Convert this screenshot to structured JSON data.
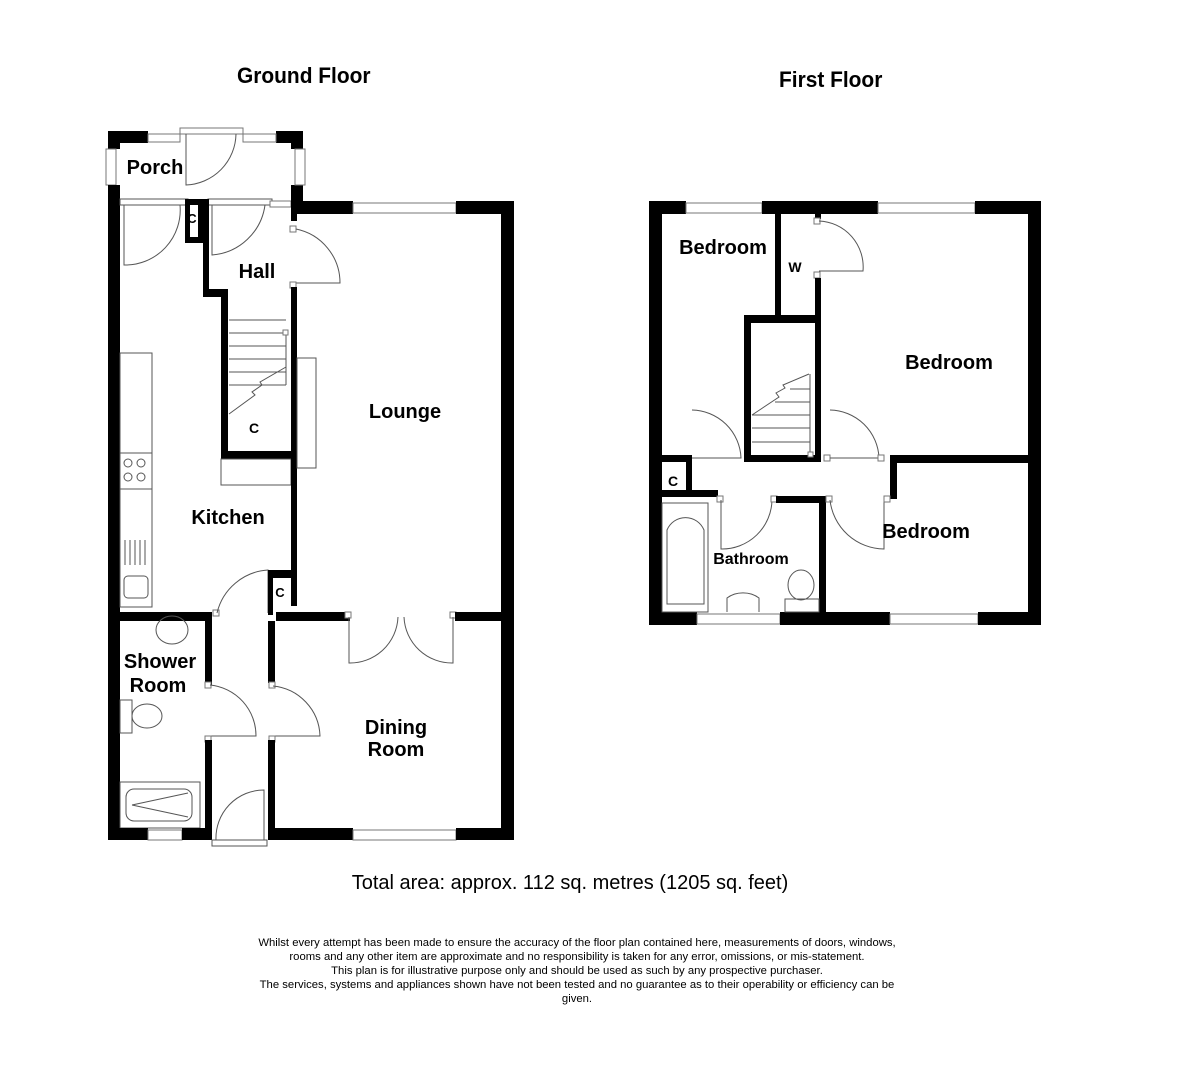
{
  "titles": {
    "ground_floor": "Ground Floor",
    "first_floor": "First Floor"
  },
  "ground_floor": {
    "rooms": {
      "porch": "Porch",
      "hall": "Hall",
      "kitchen": "Kitchen",
      "lounge": "Lounge",
      "shower_room_line1": "Shower",
      "shower_room_line2": "Room",
      "dining_room_line1": "Dining",
      "dining_room_line2": "Room",
      "cupboard": "C"
    }
  },
  "first_floor": {
    "rooms": {
      "bedroom_1": "Bedroom",
      "bedroom_2": "Bedroom",
      "bedroom_3": "Bedroom",
      "bathroom": "Bathroom",
      "wardrobe": "W",
      "cupboard": "C"
    }
  },
  "total_area": "Total area: approx.   112 sq. metres (1205 sq. feet)",
  "disclaimer": {
    "line1": "Whilst every attempt has been made to ensure the accuracy of the floor plan contained here, measurements of doors, windows,",
    "line2": "rooms and any other item are approximate and no responsibility is taken for any error, omissions, or mis-statement.",
    "line3": "This plan is for illustrative purpose only and should be used as such by any prospective purchaser.",
    "line4": "The services, systems and appliances shown have not been tested and no guarantee as to their operability or efficiency can be",
    "line5": "given."
  },
  "colors": {
    "wall": "#000000",
    "fixture_line": "#555555",
    "background": "#ffffff"
  }
}
